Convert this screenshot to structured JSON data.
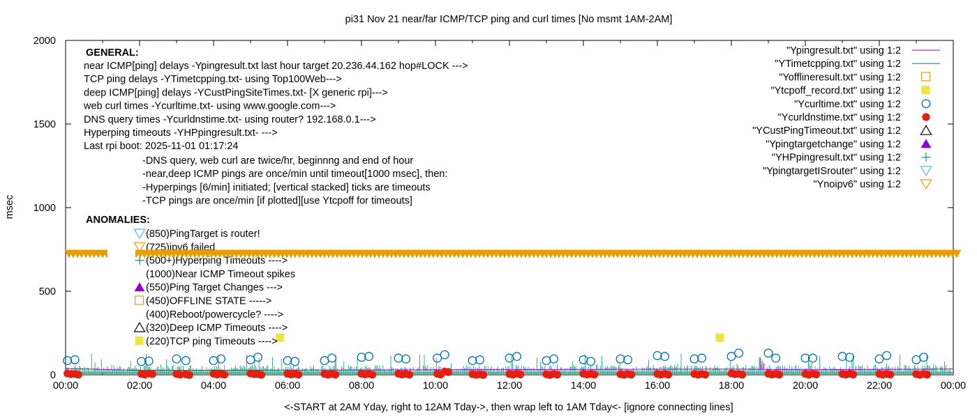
{
  "chart_data": {
    "type": "scatter",
    "title": "pi31 Nov 21  near/far ICMP/TCP ping and curl times [No msmt 1AM-2AM]",
    "xlabel": "<-START at 2AM Yday, right to 12AM Tday->, then wrap left to 1AM Tday<- [ignore connecting lines]",
    "ylabel": "msec",
    "xlim": [
      0,
      24
    ],
    "ylim": [
      0,
      2000
    ],
    "x_ticks": [
      "00:00",
      "02:00",
      "04:00",
      "06:00",
      "08:00",
      "10:00",
      "12:00",
      "14:00",
      "16:00",
      "18:00",
      "20:00",
      "22:00",
      "00:00"
    ],
    "y_ticks": [
      "0",
      "500",
      "1000",
      "1500",
      "2000"
    ],
    "legend_position": "top-right",
    "legend": [
      "\"Ypingresult.txt\" using 1:2",
      "\"YTimetcpping.txt\" using 1:2",
      "\"Yofflineresult.txt\" using 1:2",
      "\"Ytcpoff_record.txt\" using 1:2",
      "\"Ycurltime.txt\" using 1:2",
      "\"Ycurldnstime.txt\" using 1:2",
      "\"YCustPingTimeout.txt\" using 1:2",
      "\"Ypingtargetchange\" using 1:2",
      "\"YHPpingresult.txt\" using 1:2",
      "\"YpingtargetISrouter\" using 1:2",
      "\"Ynoipv6\" using 1:2"
    ],
    "colors": {
      "ping": "#9400d3",
      "tcp": "#009e73",
      "offline": "#e69f00",
      "tcpoff": "#f0e442",
      "curl": "#0072b2",
      "dns": "#e51e10",
      "custtimeout": "#000000",
      "targetchange": "#9400d3",
      "hpping": "#009e73",
      "isrouter": "#56b4e9",
      "noipv6": "#e69f00"
    },
    "annotations": {
      "general_header": "GENERAL:",
      "general": [
        "near ICMP[ping] delays -Ypingresult.txt last hour target 20.236.44.162 hop#LOCK --->",
        "TCP ping delays -YTimetcpping.txt- using Top100Web--->",
        "deep ICMP[ping] delays -YCustPingSiteTimes.txt- [X generic rpi]--->",
        "web curl times -Ycurltime.txt- using www.google.com--->",
        "DNS query times -Ycurldnstime.txt- using router? 192.168.0.1--->",
        "Hyperping timeouts -YHPpingresult.txt- --->",
        "Last rpi boot: 2025-11-01 01:17:24"
      ],
      "notes": [
        "-DNS query, web curl are twice/hr, beginnng and end of hour",
        "-near,deep ICMP pings are once/min until timeout[1000 msec], then:",
        "  -Hyperpings [6/min] initiated; [vertical stacked] ticks are timeouts",
        "-TCP pings are once/min [if plotted][use Ytcpoff for timeouts]"
      ],
      "anomalies_header": "ANOMALIES:",
      "anomalies": [
        "(850)PingTarget is router!",
        "(725)ipv6 failed",
        "(500+)Hyperping Timeouts ---->",
        "(1000)Near ICMP Timeout spikes",
        "(550)Ping Target Changes --->",
        "(450)OFFLINE STATE ----->",
        "(400)Reboot/powercycle? ---->",
        "(320)Deep ICMP Timeouts ---->",
        "(220)TCP ping Timeouts ---->"
      ]
    },
    "series": [
      {
        "name": "\"Ycurltime.txt\" using 1:2",
        "marker": "circle",
        "x": [
          0.05,
          0.25,
          2.05,
          2.25,
          3.0,
          3.25,
          4.0,
          4.2,
          5.0,
          5.2,
          6.0,
          6.2,
          7.0,
          7.2,
          8.0,
          8.2,
          9.0,
          9.2,
          10.05,
          10.25,
          11.0,
          11.2,
          12.0,
          12.2,
          13.0,
          13.2,
          14.0,
          14.2,
          15.0,
          15.2,
          16.0,
          16.2,
          17.0,
          17.2,
          18.0,
          18.2,
          19.0,
          19.2,
          20.0,
          20.2,
          21.0,
          21.2,
          22.0,
          22.2,
          23.0,
          23.2
        ],
        "y": [
          85,
          90,
          80,
          82,
          95,
          85,
          85,
          95,
          90,
          105,
          85,
          80,
          85,
          100,
          105,
          110,
          100,
          95,
          100,
          120,
          85,
          90,
          100,
          110,
          85,
          95,
          90,
          80,
          95,
          90,
          115,
          110,
          95,
          100,
          110,
          130,
          130,
          100,
          100,
          100,
          110,
          105,
          95,
          115,
          90,
          105
        ]
      },
      {
        "name": "\"Ycurldnstime.txt\" using 1:2",
        "marker": "filled-circle",
        "x": [
          0.05,
          0.25,
          2.05,
          2.25,
          3.0,
          3.25,
          4.0,
          4.2,
          5.0,
          5.2,
          6.0,
          6.2,
          7.0,
          7.2,
          8.0,
          8.2,
          9.0,
          9.2,
          10.05,
          10.25,
          11.0,
          11.2,
          12.0,
          12.2,
          13.0,
          13.2,
          14.0,
          14.2,
          15.0,
          15.2,
          16.0,
          16.2,
          17.0,
          17.2,
          18.0,
          18.2,
          19.0,
          19.2,
          20.0,
          20.2,
          21.0,
          21.2,
          22.0,
          22.2,
          23.0,
          23.2
        ],
        "y": [
          8,
          5,
          5,
          8,
          5,
          3,
          6,
          5,
          8,
          4,
          6,
          5,
          5,
          5,
          6,
          5,
          6,
          5,
          6,
          20,
          4,
          3,
          5,
          6,
          3,
          5,
          6,
          5,
          4,
          5,
          5,
          5,
          5,
          5,
          8,
          5,
          6,
          5,
          5,
          6,
          5,
          6,
          5,
          5,
          4,
          5
        ]
      },
      {
        "name": "\"Ytcpoff_record.txt\" using 1:2",
        "marker": "filled-square",
        "x": [
          5.8,
          17.7
        ],
        "y": [
          220,
          220
        ]
      },
      {
        "name": "\"Ypingresult.txt\" using 1:2",
        "marker": "line",
        "x": [
          0,
          2,
          6,
          10,
          14,
          18,
          20,
          24
        ],
        "y": [
          38,
          26,
          28,
          30,
          32,
          34,
          30,
          34
        ]
      },
      {
        "name": "\"YTimetcpping.txt\" using 1:2",
        "marker": "line",
        "x": [
          0,
          24
        ],
        "y": [
          12,
          12
        ]
      },
      {
        "name": "\"Ynoipv6\" using 1:2",
        "marker": "open-triangle-down",
        "x": [
          0,
          24
        ],
        "y": [
          725,
          725
        ]
      }
    ]
  }
}
